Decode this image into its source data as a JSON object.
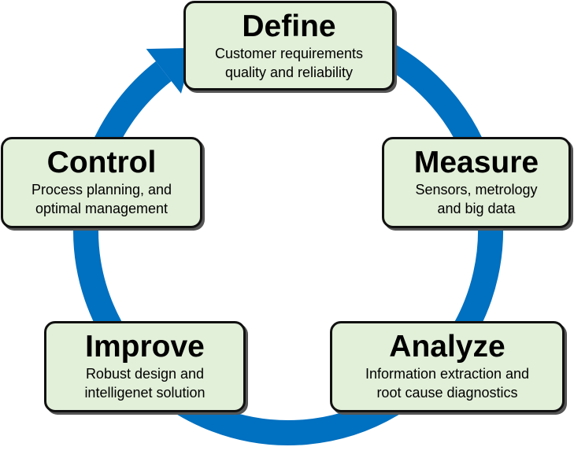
{
  "colors": {
    "ring": "#0070c0",
    "box_fill": "#e2efd9"
  },
  "steps": [
    {
      "title": "Define",
      "lines": [
        "Customer requirements",
        "quality and reliability"
      ]
    },
    {
      "title": "Measure",
      "lines": [
        "Sensors, metrology",
        "and big data"
      ]
    },
    {
      "title": "Analyze",
      "lines": [
        "Information extraction and",
        "root cause diagnostics"
      ]
    },
    {
      "title": "Improve",
      "lines": [
        "Robust design and",
        "intelligenet solution"
      ]
    },
    {
      "title": "Control",
      "lines": [
        "Process planning, and",
        "optimal management"
      ]
    }
  ]
}
